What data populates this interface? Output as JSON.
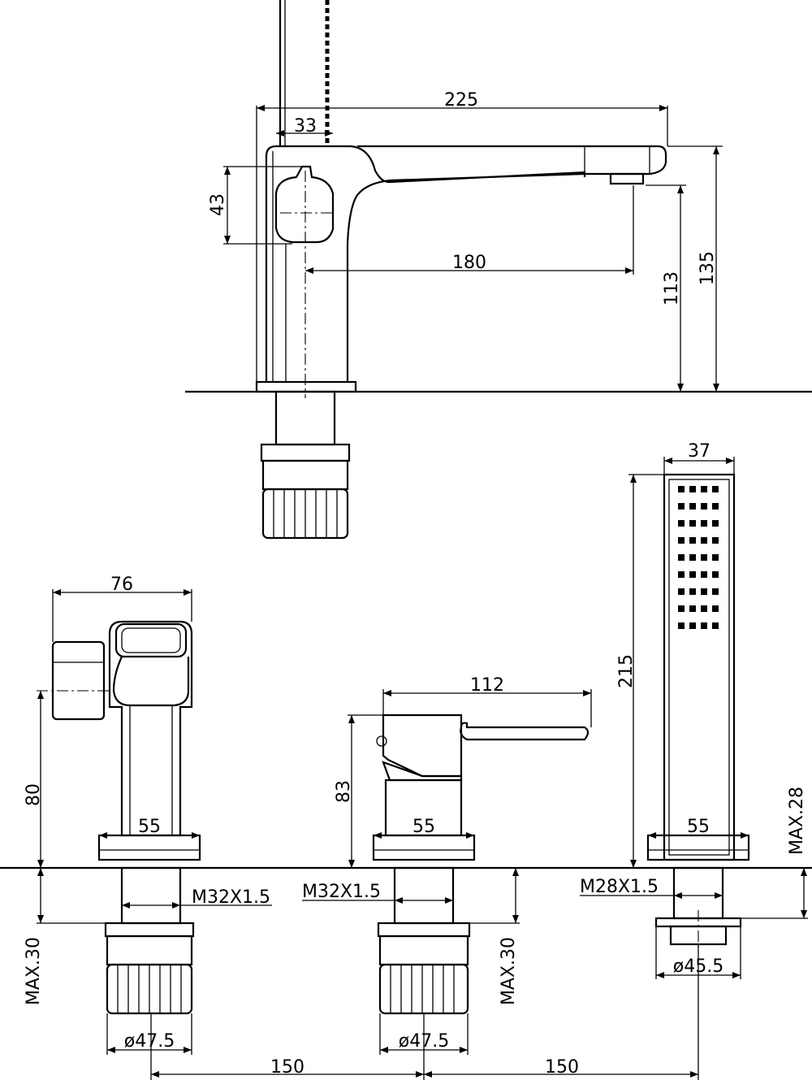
{
  "dimensions": {
    "spout_total_length": "225",
    "hose_offset": "33",
    "handle_height": "43",
    "spout_reach": "180",
    "spout_outlet_height": "113",
    "spout_total_height": "135",
    "diverter_width": "76",
    "diverter_height": "80",
    "mixer_lever_length": "112",
    "mixer_height": "83",
    "handshower_width": "37",
    "handshower_length": "215",
    "base_left": "55",
    "base_middle": "55",
    "base_right": "55",
    "thread_left": "M32X1.5",
    "thread_middle": "M32X1.5",
    "thread_right": "M28X1.5",
    "max_deck_left": "MAX.30",
    "max_deck_middle": "MAX.30",
    "max_deck_right": "MAX.28",
    "nut_dia_left": "ø47.5",
    "nut_dia_middle": "ø47.5",
    "nut_dia_right": "ø45.5",
    "spacing_left": "150",
    "spacing_right": "150"
  },
  "colors": {
    "line": "#000000",
    "background": "#ffffff"
  }
}
